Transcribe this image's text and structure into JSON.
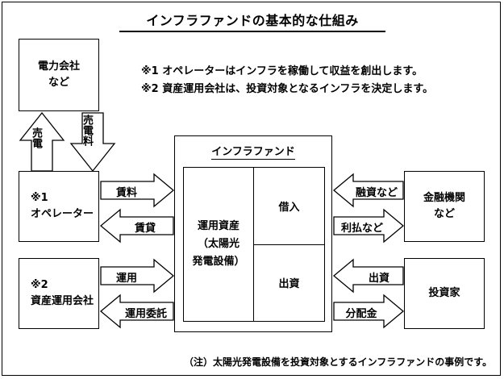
{
  "diagram": {
    "title": "インフラファンドの基本的な仕組み",
    "notes": [
      "※1 オペレーターはインフラを稼働して収益を創出します。",
      "※2 資産運用会社は、投資対象となるインフラを決定します。"
    ],
    "footnote": "（注）太陽光発電設備を投資対象とするインフラファンドの事例です。",
    "boxes": {
      "power_company": {
        "line1": "電力会社",
        "line2": "など"
      },
      "operator": {
        "line1": "※1",
        "line2": "オペレーター"
      },
      "asset_manager": {
        "line1": "※2",
        "line2": "資産運用会社"
      },
      "financial_institution": {
        "line1": "金融機関",
        "line2": "など"
      },
      "investor": {
        "line1": "投資家"
      }
    },
    "fund": {
      "title": "インフラファンド",
      "assets": [
        "運用資産",
        "（太陽光",
        "発電設備）"
      ],
      "debt": "借入",
      "equity": "出資"
    },
    "arrows": {
      "sell_power": "売電",
      "power_fee": "売電料",
      "rent": "賃料",
      "lease": "賃貸",
      "management": "運用",
      "management_trust": "運用委託",
      "loan": "融資など",
      "interest": "利払など",
      "investment": "出資",
      "distribution": "分配金"
    },
    "colors": {
      "stroke": "#000000",
      "fill": "#ffffff"
    }
  }
}
